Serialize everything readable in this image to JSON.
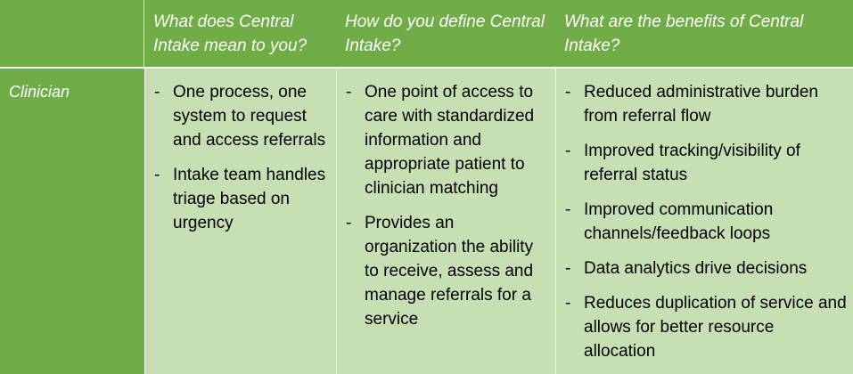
{
  "headers": {
    "col0": "",
    "col1": "What does Central Intake mean to you?",
    "col2": "How do you define Central Intake?",
    "col3": "What are the benefits of Central Intake?"
  },
  "rows": [
    {
      "label": "Clinician",
      "col1": [
        "One process, one system to request and access referrals",
        "Intake team handles triage based on urgency"
      ],
      "col2": [
        "One point of access to care with standardized information and appropriate patient to clinician matching",
        "Provides an organization the ability to receive, assess and manage referrals for a service"
      ],
      "col3": [
        "Reduced administrative burden from referral flow",
        "Improved tracking/visibility of referral status",
        "Improved communication channels/feedback loops",
        "Data analytics drive decisions",
        "Reduces duplication of service and allows for better resource allocation"
      ]
    }
  ],
  "bullet_marker": "-",
  "colors": {
    "header_bg": "#70ad47",
    "body_bg": "#c6e0b4",
    "header_text": "#ffffff"
  }
}
